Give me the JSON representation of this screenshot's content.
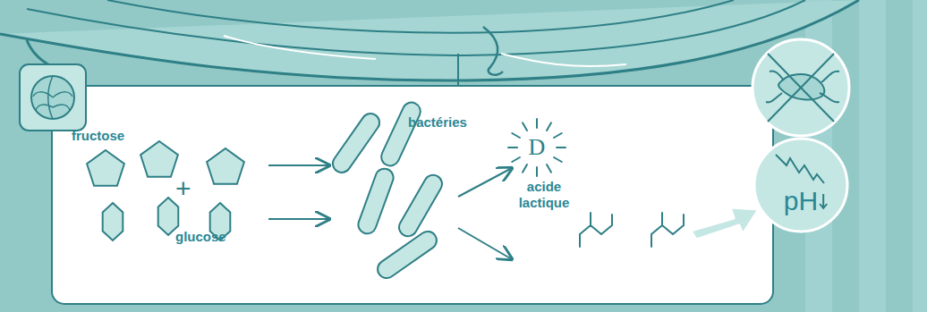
{
  "diagram": {
    "nodes": [
      {
        "text": [
          "pH"
        ]
      }
    ],
    "labels": [
      "fructose",
      "+",
      "glucose",
      "bactéries",
      "D",
      "acide lactique"
    ]
  }
}
